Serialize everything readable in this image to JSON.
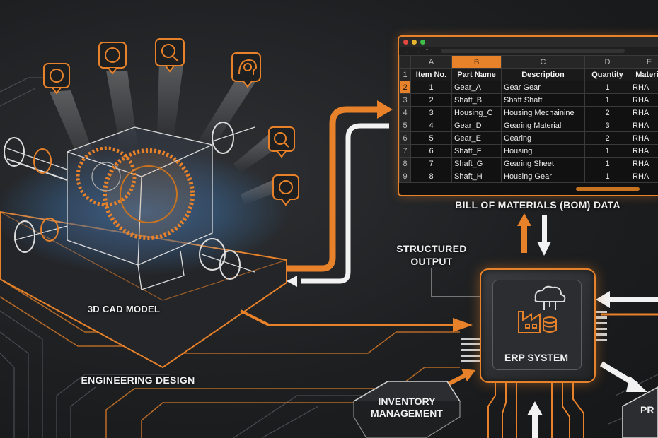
{
  "labels": {
    "cad_model": "3D CAD Model",
    "engineering_design": "Engineering Design",
    "bom_data": "Bill of Materials (BOM) Data",
    "structured_output": "Structured Output",
    "erp_system": "ERP System",
    "inventory_line1": "Inventory",
    "inventory_line2": "Management",
    "pr_partial": "PR"
  },
  "spreadsheet": {
    "column_letters": [
      "A",
      "B",
      "C",
      "D",
      "E"
    ],
    "row_numbers": [
      "1",
      "2",
      "3",
      "4",
      "5",
      "6",
      "7",
      "8",
      "9"
    ],
    "headers": [
      "Item No.",
      "Part Name",
      "Description",
      "Quantity",
      "Materia"
    ],
    "rows": [
      [
        "1",
        "Gear_A",
        "Gear Gear",
        "1",
        "RHA"
      ],
      [
        "2",
        "Shaft_B",
        "Shaft Shaft",
        "1",
        "RHA"
      ],
      [
        "3",
        "Housing_C",
        "Housing Mechainine",
        "2",
        "RHA"
      ],
      [
        "4",
        "Gear_D",
        "Gearing Material",
        "3",
        "RHA"
      ],
      [
        "5",
        "Gear_E",
        "Gearing",
        "2",
        "RHA"
      ],
      [
        "6",
        "Shaft_F",
        "Housing",
        "1",
        "RHA"
      ],
      [
        "7",
        "Shaft_G",
        "Gearing Sheet",
        "1",
        "RHA"
      ],
      [
        "8",
        "Shaft_H",
        "Housing Gear",
        "1",
        "RHA"
      ]
    ]
  },
  "colors": {
    "accent": "#e8822a",
    "glow_blue": "#3d8fe0",
    "background": "#1f2022",
    "arrow_white": "#f2f2f2"
  },
  "icons": [
    "brain-icon",
    "brain-icon",
    "gear-search-icon",
    "gear-head-icon",
    "gear-search-icon",
    "brain-icon",
    "factory-cloud-icon"
  ]
}
